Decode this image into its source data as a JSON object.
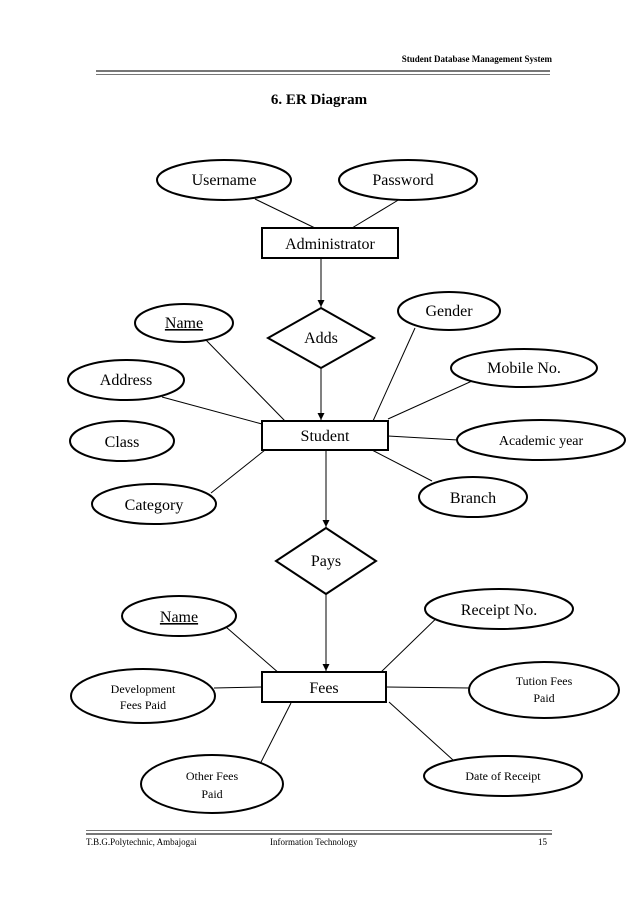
{
  "header": {
    "title": "Student Database Management System"
  },
  "heading": "6.  ER Diagram",
  "diagram": {
    "entities": {
      "administrator": "Administrator",
      "student": "Student",
      "fees": "Fees"
    },
    "relationships": {
      "adds": "Adds",
      "pays": "Pays"
    },
    "attributes": {
      "username": "Username",
      "password": "Password",
      "name_student": "Name",
      "gender": "Gender",
      "address": "Address",
      "mobile": "Mobile No.",
      "class": "Class",
      "academic_year": "Academic year",
      "category": "Category",
      "branch": "Branch",
      "name_fees": "Name",
      "receipt_no": "Receipt No.",
      "dev_fees_1": "Development",
      "dev_fees_2": "Fees Paid",
      "tution_1": "Tution Fees",
      "tution_2": "Paid",
      "other_1": "Other Fees",
      "other_2": "Paid",
      "date_receipt": "Date of Receipt"
    }
  },
  "footer": {
    "left": "T.B.G.Polytechnic, Ambajogai",
    "center": "Information Technology",
    "page": "15"
  }
}
